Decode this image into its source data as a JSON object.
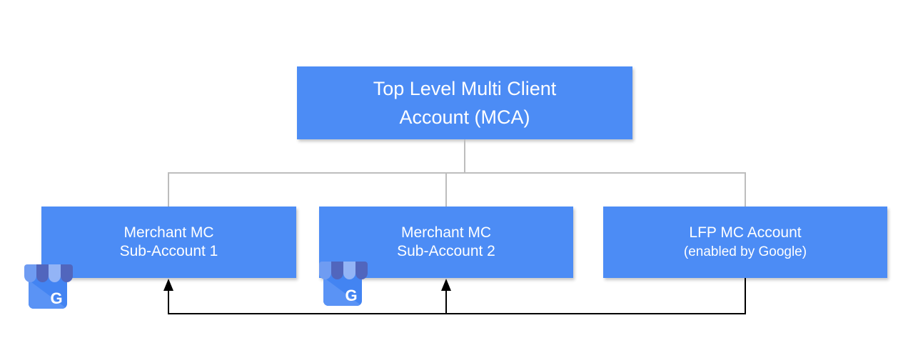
{
  "nodes": {
    "mca": {
      "line1": "Top Level Multi Client",
      "line2": "Account (MCA)"
    },
    "sub1": {
      "line1": "Merchant MC",
      "line2": "Sub-Account 1"
    },
    "sub2": {
      "line1": "Merchant MC",
      "line2": "Sub-Account 2"
    },
    "lfp": {
      "line1": "LFP MC Account",
      "line2": "(enabled by Google)"
    }
  },
  "icons": {
    "business_profile_letter": "G"
  },
  "colors": {
    "node_fill": "#4C8CF5",
    "node_text": "#FFFFFF",
    "tree_connector_gray": "#BDBDBD",
    "flow_arrow_black": "#000000",
    "store_body_blue": "#4384F2",
    "store_fold_blue": "#5A93F5",
    "awning_medium": "#6F9CF2",
    "awning_light": "#93B4F6",
    "awning_dark": "#5166BD"
  }
}
